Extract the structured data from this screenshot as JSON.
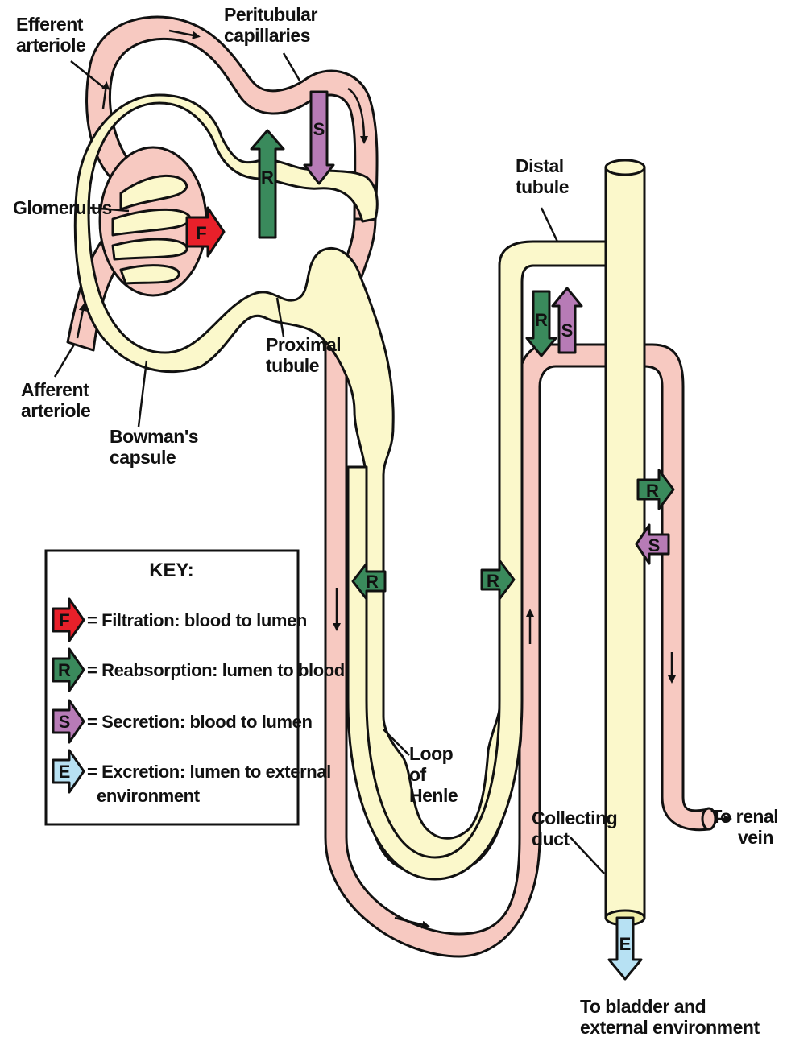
{
  "colors": {
    "blood": "#f7c9c1",
    "lumen": "#fbf8cb",
    "filtration": "#e8202a",
    "reabsorption": "#3a8a5c",
    "secretion": "#b77bb6",
    "excretion": "#b7e1f3"
  },
  "labels": {
    "efferent": [
      "Efferent",
      "arteriole"
    ],
    "peritubular": [
      "Peritubular",
      "capillaries"
    ],
    "glomerulus": [
      "Glomerulus"
    ],
    "afferent": [
      "Afferent",
      "arteriole"
    ],
    "bowman": [
      "Bowman's",
      "capsule"
    ],
    "proximal": [
      "Proximal",
      "tubule"
    ],
    "distal": [
      "Distal",
      "tubule"
    ],
    "loop": [
      "Loop",
      "of",
      "Henle"
    ],
    "collecting": [
      "Collecting",
      "duct"
    ],
    "renal": [
      "To renal",
      "vein"
    ],
    "bladder": [
      "To bladder and",
      "external environment"
    ]
  },
  "badges": {
    "F": "F",
    "R": "R",
    "S": "S",
    "E": "E"
  },
  "key": {
    "title": "KEY:",
    "items": [
      {
        "letter": "F",
        "text": [
          "= Filtration: blood to lumen"
        ]
      },
      {
        "letter": "R",
        "text": [
          "= Reabsorption: lumen to blood"
        ]
      },
      {
        "letter": "S",
        "text": [
          "= Secretion: blood to lumen"
        ]
      },
      {
        "letter": "E",
        "text": [
          "= Excretion: lumen to external",
          "environment"
        ]
      }
    ]
  }
}
